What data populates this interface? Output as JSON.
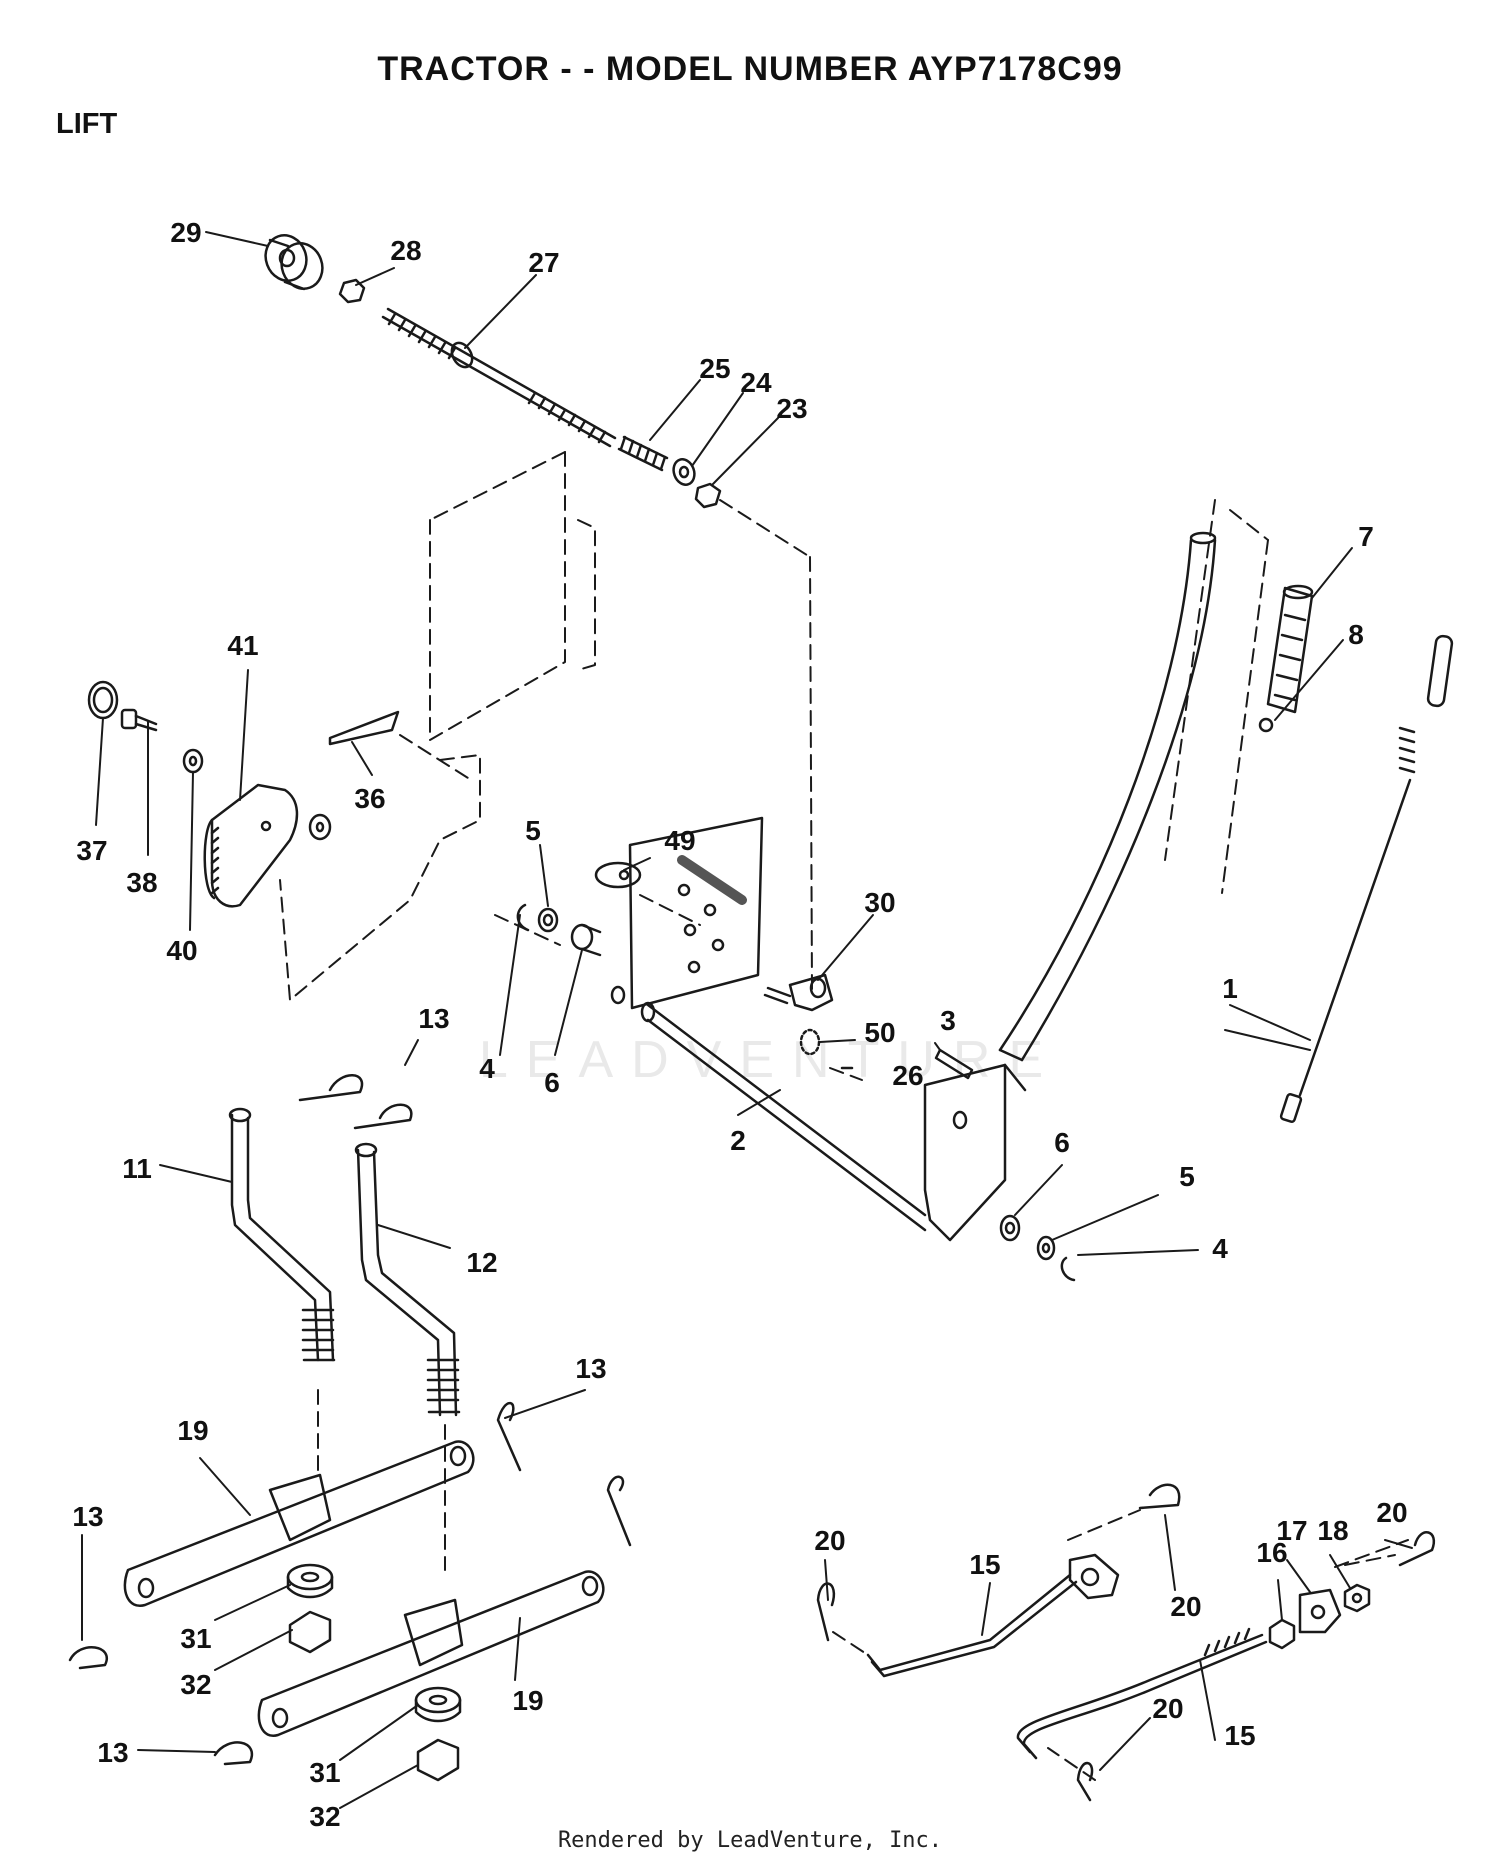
{
  "header": {
    "title": "TRACTOR - - MODEL NUMBER AYP7178C99",
    "section": "LIFT"
  },
  "watermark": "LEADVENTURE",
  "footer": "Rendered by LeadVenture, Inc.",
  "callouts": [
    {
      "id": "c29",
      "label": "29"
    },
    {
      "id": "c28",
      "label": "28"
    },
    {
      "id": "c27",
      "label": "27"
    },
    {
      "id": "c25",
      "label": "25"
    },
    {
      "id": "c24",
      "label": "24"
    },
    {
      "id": "c23",
      "label": "23"
    },
    {
      "id": "c7",
      "label": "7"
    },
    {
      "id": "c8",
      "label": "8"
    },
    {
      "id": "c41",
      "label": "41"
    },
    {
      "id": "c37",
      "label": "37"
    },
    {
      "id": "c38",
      "label": "38"
    },
    {
      "id": "c40",
      "label": "40"
    },
    {
      "id": "c36",
      "label": "36"
    },
    {
      "id": "c5a",
      "label": "5"
    },
    {
      "id": "c49",
      "label": "49"
    },
    {
      "id": "c30",
      "label": "30"
    },
    {
      "id": "c13a",
      "label": "13"
    },
    {
      "id": "c4a",
      "label": "4"
    },
    {
      "id": "c6a",
      "label": "6"
    },
    {
      "id": "c50",
      "label": "50"
    },
    {
      "id": "c3",
      "label": "3"
    },
    {
      "id": "c26",
      "label": "26"
    },
    {
      "id": "c1",
      "label": "1"
    },
    {
      "id": "c2",
      "label": "2"
    },
    {
      "id": "c11",
      "label": "11"
    },
    {
      "id": "c12",
      "label": "12"
    },
    {
      "id": "c6b",
      "label": "6"
    },
    {
      "id": "c5b",
      "label": "5"
    },
    {
      "id": "c4b",
      "label": "4"
    },
    {
      "id": "c13b",
      "label": "13"
    },
    {
      "id": "c19a",
      "label": "19"
    },
    {
      "id": "c13c",
      "label": "13"
    },
    {
      "id": "c31a",
      "label": "31"
    },
    {
      "id": "c32a",
      "label": "32"
    },
    {
      "id": "c19b",
      "label": "19"
    },
    {
      "id": "c13d",
      "label": "13"
    },
    {
      "id": "c31b",
      "label": "31"
    },
    {
      "id": "c32b",
      "label": "32"
    },
    {
      "id": "c20a",
      "label": "20"
    },
    {
      "id": "c15a",
      "label": "15"
    },
    {
      "id": "c20b",
      "label": "20"
    },
    {
      "id": "c16",
      "label": "16"
    },
    {
      "id": "c17",
      "label": "17"
    },
    {
      "id": "c18",
      "label": "18"
    },
    {
      "id": "c20c",
      "label": "20"
    },
    {
      "id": "c20d",
      "label": "20"
    },
    {
      "id": "c15b",
      "label": "15"
    }
  ]
}
